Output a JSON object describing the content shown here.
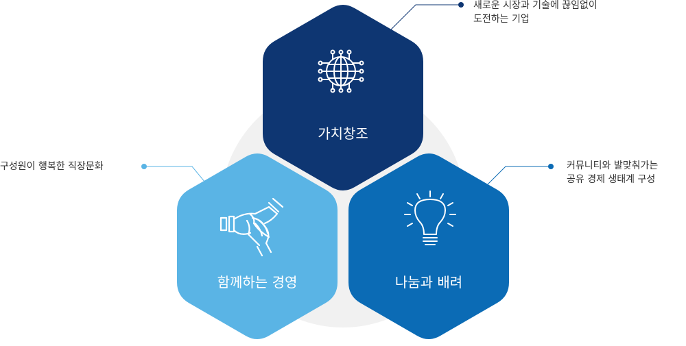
{
  "colors": {
    "navy": "#0e3672",
    "light_blue": "#5ab4e5",
    "mid_blue": "#0b6bb5",
    "backdrop": "#f1f1f1"
  },
  "hexagons": {
    "top": {
      "label": "가치창조",
      "icon": "globe-network-icon"
    },
    "left": {
      "label": "함께하는 경영",
      "icon": "stacked-hands-icon"
    },
    "right": {
      "label": "나눔과 배려",
      "icon": "lightbulb-icon"
    }
  },
  "callouts": {
    "top": {
      "line1": "새로운 시장과 기술에 끊임없이",
      "line2": "도전하는 기업"
    },
    "left": {
      "line1": "구성원이 행복한 직장문화"
    },
    "right": {
      "line1": "커뮤니티와 발맞춰가는",
      "line2": "공유 경제 생태계 구성"
    }
  }
}
